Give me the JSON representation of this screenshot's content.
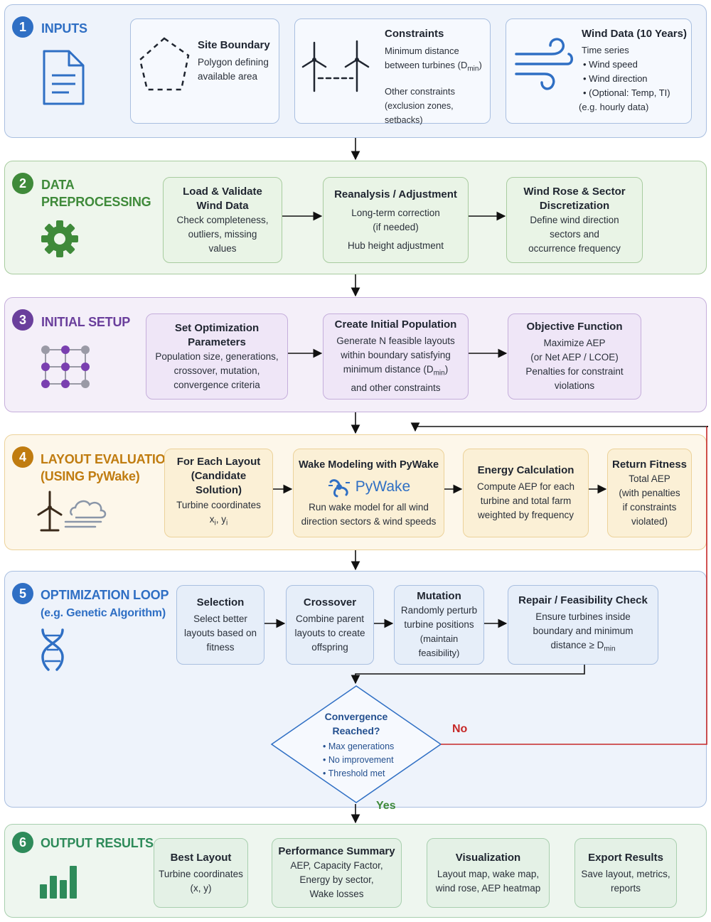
{
  "s1": {
    "num": "1",
    "title": "INPUTS",
    "site": {
      "title": "Site Boundary",
      "l1": "Polygon defining",
      "l2": "available area"
    },
    "cons": {
      "title": "Constraints",
      "l1": "Minimum distance",
      "l2": "between turbines (D",
      "sub": "min",
      "l2b": ")",
      "l3": "Other constraints",
      "l4": "(exclusion zones, setbacks)"
    },
    "wind": {
      "title": "Wind Data (10 Years)",
      "l1": "Time series",
      "items": [
        "Wind speed",
        "Wind direction",
        "(Optional: Temp, TI)"
      ],
      "l2": "(e.g.  hourly data)"
    }
  },
  "s2": {
    "num": "2",
    "title1": "DATA",
    "title2": "PREPROCESSING",
    "a": {
      "t1": "Load & Validate",
      "t2": "Wind Data",
      "l1": "Check completeness,",
      "l2": "outliers, missing",
      "l3": "values"
    },
    "b": {
      "t1": "Reanalysis / Adjustment",
      "l1": "Long-term correction",
      "l2": "(if needed)",
      "l3": "Hub height adjustment"
    },
    "c": {
      "t1": "Wind Rose & Sector",
      "t2": "Discretization",
      "l1": "Define wind direction",
      "l2": "sectors and",
      "l3": "occurrence frequency"
    }
  },
  "s3": {
    "num": "3",
    "title": "INITIAL SETUP",
    "a": {
      "t1": "Set Optimization",
      "t2": "Parameters",
      "l1": "Population size, generations,",
      "l2": "crossover, mutation,",
      "l3": "convergence criteria"
    },
    "b": {
      "t1": "Create Initial Population",
      "l1": "Generate N feasible layouts",
      "l2": "within boundary satisfying",
      "l3a": "minimum distance (D",
      "sub": "min",
      "l3b": ")",
      "l4": "and other constraints"
    },
    "c": {
      "t1": "Objective Function",
      "l1": "Maximize AEP",
      "l2": "(or Net AEP / LCOE)",
      "l3": "Penalties for constraint",
      "l4": "violations"
    }
  },
  "s4": {
    "num": "4",
    "title1": "LAYOUT EVALUATION",
    "title2": "(USING PyWake)",
    "a": {
      "t1": "For Each Layout",
      "t2": "(Candidate Solution)",
      "l1": "Turbine coordinates",
      "x": "x",
      "xi": "i",
      "sep": ", y",
      "yi": "i"
    },
    "b": {
      "t1": "Wake Modeling with PyWake",
      "logo": "PyWake",
      "l1": "Run wake model for all wind",
      "l2": "direction sectors & wind speeds"
    },
    "c": {
      "t1": "Energy Calculation",
      "l1": "Compute AEP for each",
      "l2": "turbine and total farm",
      "l3": "weighted by frequency"
    },
    "d": {
      "t1": "Return Fitness",
      "l1": "Total AEP",
      "l2": "(with penalties",
      "l3": "if constraints",
      "l4": "violated)"
    }
  },
  "s5": {
    "num": "5",
    "title1": "OPTIMIZATION LOOP",
    "title2": "(e.g.  Genetic Algorithm)",
    "a": {
      "t1": "Selection",
      "l1": "Select better",
      "l2": "layouts based on",
      "l3": "fitness"
    },
    "b": {
      "t1": "Crossover",
      "l1": "Combine parent",
      "l2": "layouts to create",
      "l3": "offspring"
    },
    "c": {
      "t1": "Mutation",
      "l1": "Randomly perturb",
      "l2": "turbine positions",
      "l3": "(maintain feasibility)"
    },
    "d": {
      "t1": "Repair / Feasibility Check",
      "l1": "Ensure turbines inside",
      "l2": "boundary and minimum",
      "l3a": "distance ≥ D",
      "sub": "min"
    },
    "dec": {
      "t1": "Convergence",
      "t2": "Reached?",
      "items": [
        "Max generations",
        "No improvement",
        "Threshold met"
      ]
    },
    "no": "No",
    "yes": "Yes"
  },
  "s6": {
    "num": "6",
    "title": "OUTPUT RESULTS",
    "a": {
      "t1": "Best Layout",
      "l1": "Turbine coordinates",
      "l2": "(x, y)"
    },
    "b": {
      "t1": "Performance Summary",
      "l1": "AEP, Capacity Factor,",
      "l2": "Energy by sector,",
      "l3": "Wake losses"
    },
    "c": {
      "t1": "Visualization",
      "l1": "Layout map, wake map,",
      "l2": "wind rose, AEP heatmap"
    },
    "d": {
      "t1": "Export Results",
      "l1": "Save layout, metrics,",
      "l2": "reports"
    }
  },
  "colors": {
    "blue": "#2f6fc4",
    "green": "#3f8a3a",
    "purple": "#6a3f9c",
    "orange": "#c07c10",
    "red": "#c62828"
  }
}
